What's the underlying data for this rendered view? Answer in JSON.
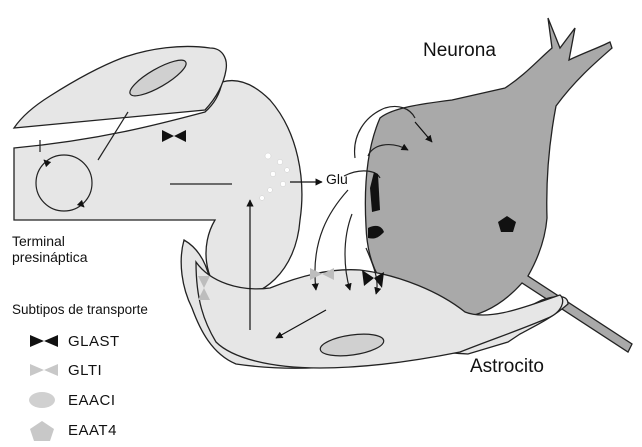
{
  "labels": {
    "neurona": "Neurona",
    "astrocito": "Astrocito",
    "glu": "Glu",
    "terminal_line1": "Terminal",
    "terminal_line2": "presináptica"
  },
  "legend": {
    "title": "Subtipos de transporte",
    "items": [
      {
        "label": "GLAST",
        "icon": "bowtie-dark-icon",
        "color": "#111111"
      },
      {
        "label": "GLTI",
        "icon": "bowtie-light-icon",
        "color": "#c8c8c8"
      },
      {
        "label": "EAACI",
        "icon": "ellipse-icon",
        "color": "#d0d0d0"
      },
      {
        "label": "EAAT4",
        "icon": "pentagon-icon",
        "color": "#c8c8c8"
      }
    ]
  },
  "colors": {
    "cell_fill": "#e6e6e6",
    "neuron_fill": "#a9a9a9",
    "outline": "#222222"
  }
}
